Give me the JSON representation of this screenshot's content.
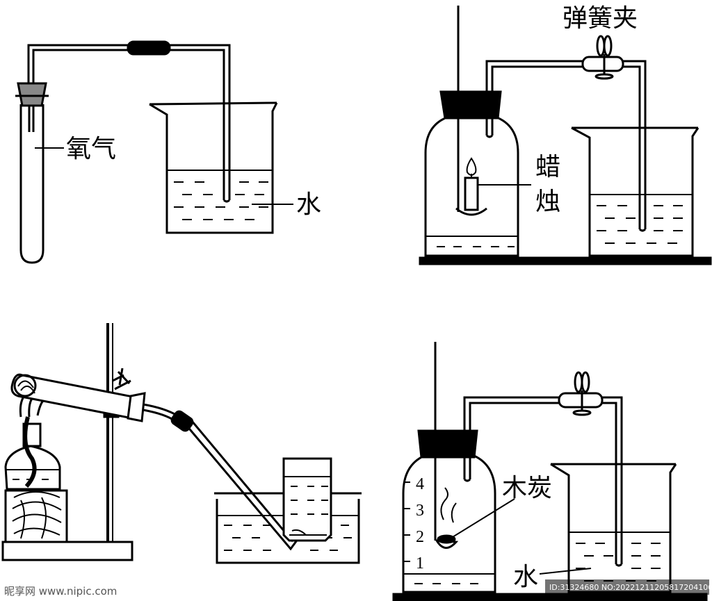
{
  "labels": {
    "oxygen": "氧气",
    "water_top": "水",
    "spring_clip": "弹簧夹",
    "candle_char1": "蜡",
    "candle_char2": "烛",
    "charcoal": "木炭",
    "water_bottom": "水"
  },
  "scale_marks": [
    "4",
    "3",
    "2",
    "1"
  ],
  "watermark": {
    "logo": "昵享网 www.nipic.com",
    "id": "ID:31324680 NO:20221211205817204106"
  },
  "colors": {
    "ink": "#000000",
    "background": "#ffffff"
  }
}
